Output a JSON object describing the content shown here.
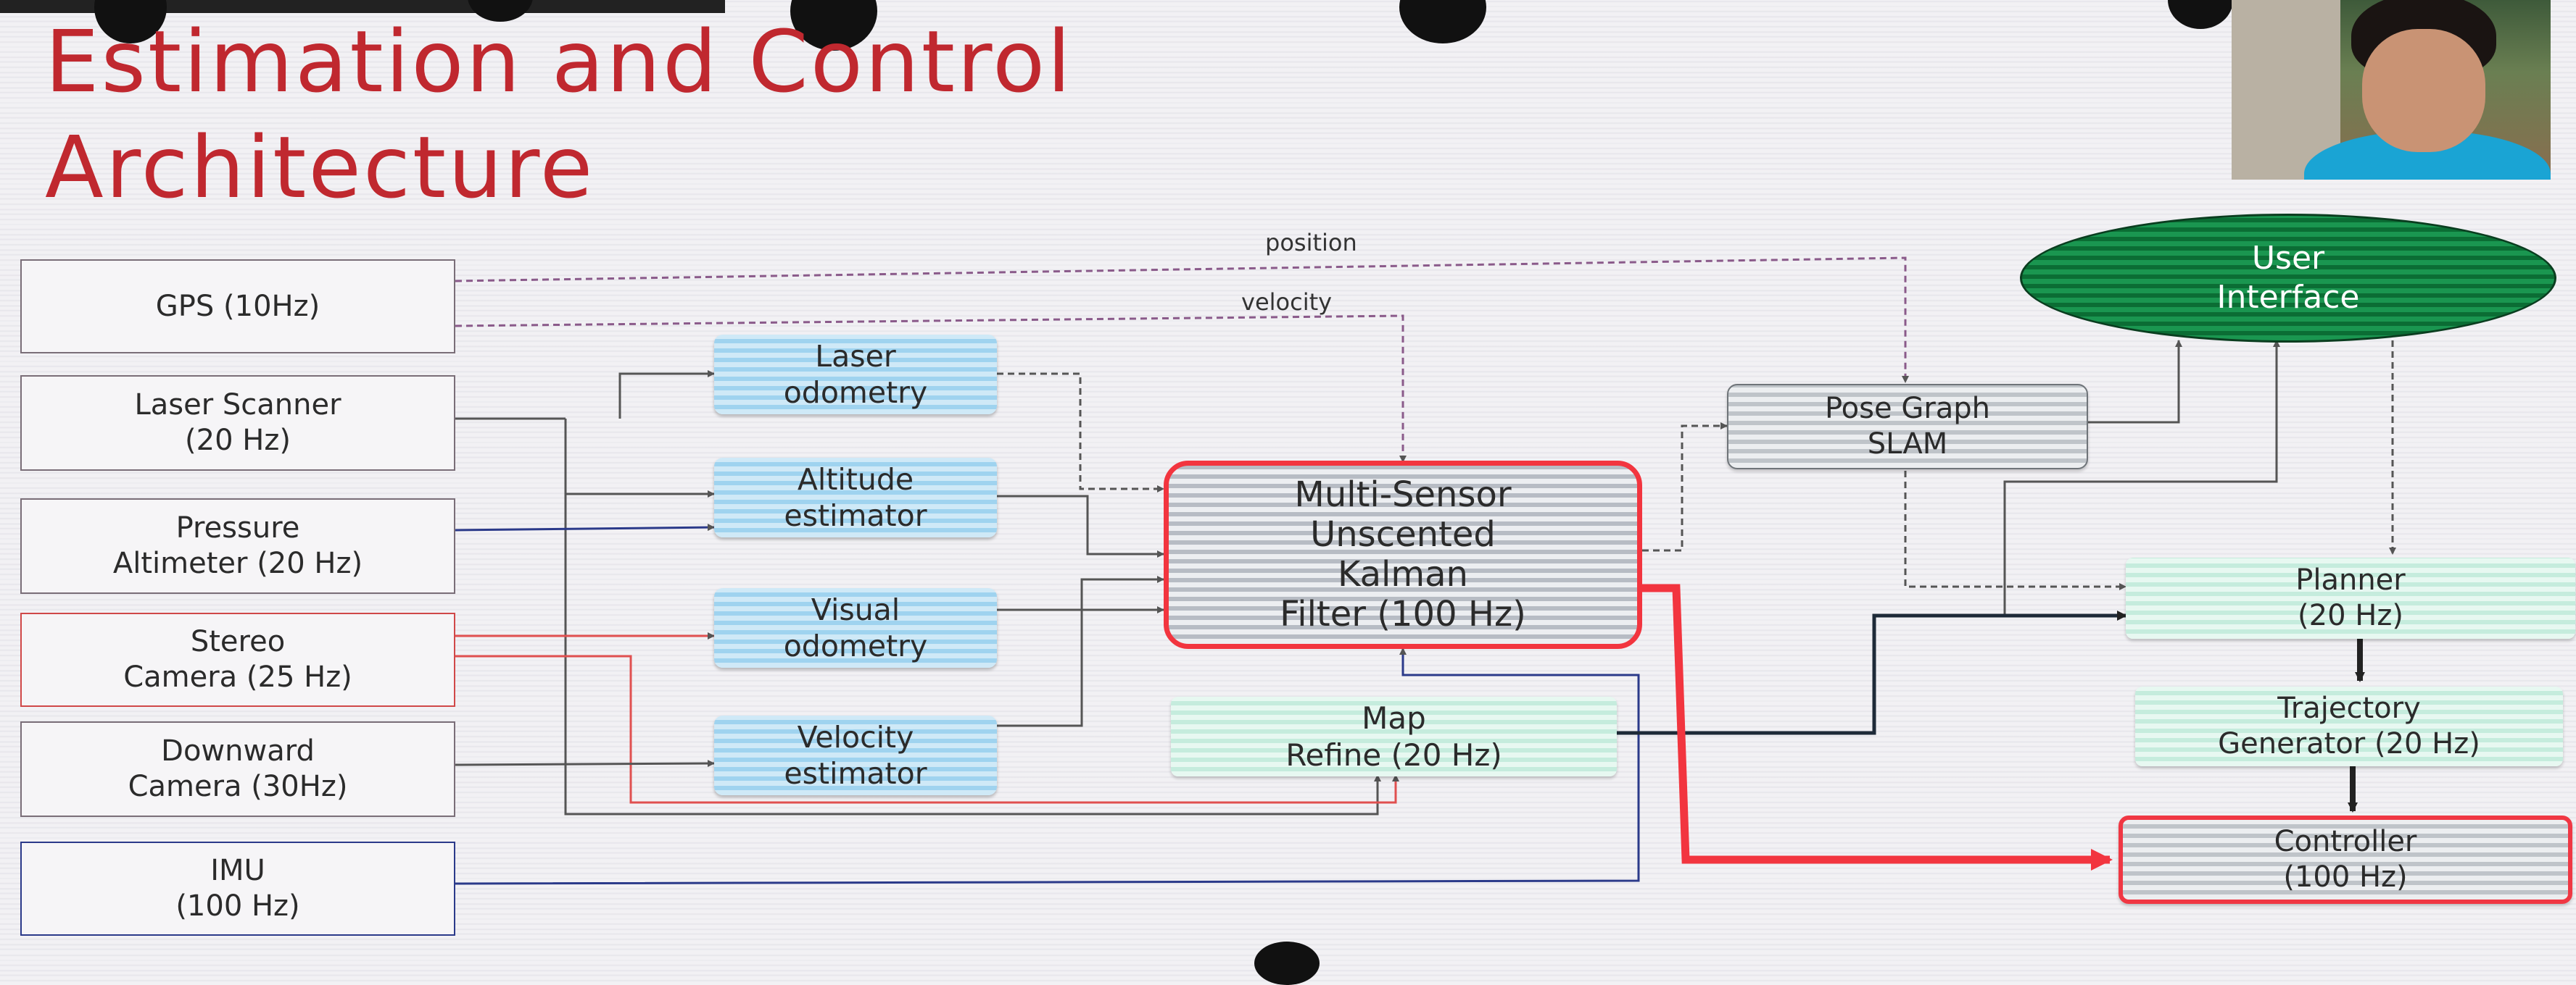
{
  "slide": {
    "title_line1": "Estimation and Control",
    "title_line2": "Architecture"
  },
  "sensors": {
    "gps": "GPS (10Hz)",
    "laser": "Laser Scanner\n(20 Hz)",
    "pressure": "Pressure\nAltimeter (20 Hz)",
    "stereo": "Stereo\nCamera (25 Hz)",
    "downward": "Downward\nCamera (30Hz)",
    "imu": "IMU\n(100 Hz)"
  },
  "estimators": {
    "laser_odometry": "Laser\nodometry",
    "altitude": "Altitude\nestimator",
    "visual_odometry": "Visual\nodometry",
    "velocity": "Velocity\nestimator"
  },
  "core": {
    "ukf": "Multi-Sensor\nUnscented\nKalman\nFilter (100 Hz)",
    "map_refine": "Map\nRefine (20 Hz)",
    "pose_graph": "Pose Graph\nSLAM",
    "user_interface": "User\nInterface",
    "planner": "Planner\n(20 Hz)",
    "trajectory": "Trajectory\nGenerator (20 Hz)",
    "controller": "Controller\n(100 Hz)"
  },
  "signals": {
    "position": "position",
    "velocity": "velocity"
  },
  "colors": {
    "title": "#c0282f",
    "highlight": "#f2353f",
    "ui_green": "#0b6d34",
    "estimator_blue": "#9fd3ef",
    "module_green": "#c5ecdd"
  }
}
